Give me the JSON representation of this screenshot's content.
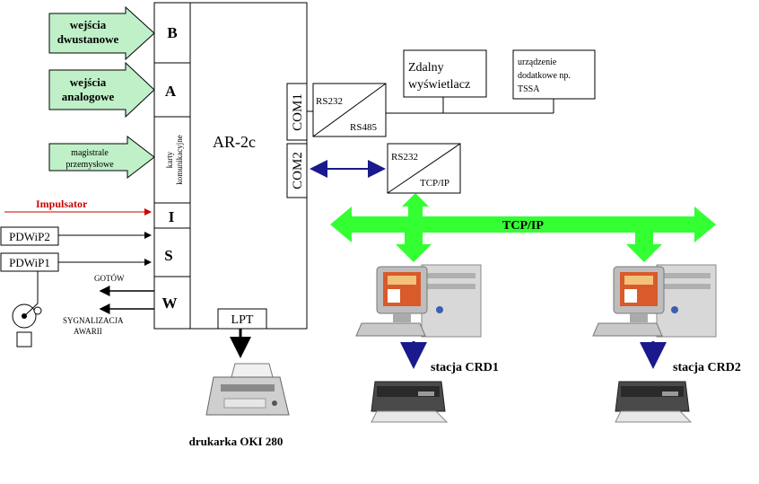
{
  "inputs": {
    "binary": [
      "wejścia",
      "dwustanowe"
    ],
    "analog": [
      "wejścia",
      "analogowe"
    ],
    "industrial_bus": [
      "magistrale",
      "przemysłowe"
    ]
  },
  "controller": {
    "name": "AR-2c",
    "slot_b": "B",
    "slot_a": "A",
    "slot_cards": [
      "karty",
      "komunikacyjne"
    ],
    "slot_i": "I",
    "slot_s": "S",
    "slot_w": "W",
    "lpt": "LPT",
    "com1": "COM1",
    "com2": "COM2"
  },
  "left_side": {
    "impulsator": "Impulsator",
    "pdwip2": "PDWiP2",
    "pdwip1": "PDWiP1",
    "gotow": "GOTÓW",
    "alarm": [
      "SYGNALIZACJA",
      "AWARII"
    ]
  },
  "converters": {
    "rs232_rs485": {
      "top": "RS232",
      "bottom": "RS485"
    },
    "rs232_tcpip": {
      "top": "RS232",
      "bottom": "TCP/IP"
    }
  },
  "devices": {
    "remote_display": [
      "Zdalny",
      "wyświetlacz"
    ],
    "extra_device": [
      "urządzenie",
      "dodatkowe np.",
      "TSSA"
    ]
  },
  "network": {
    "label": "TCP/IP"
  },
  "stations": {
    "crd1": "stacja CRD1",
    "crd2": "stacja CRD2"
  },
  "printer": {
    "label": "drukarka OKI 280"
  },
  "colors": {
    "green_arrow": "#bff0c8",
    "network_green": "#33ff33",
    "blue_arrow": "#1a1a8c",
    "red_arrow": "#cc0000"
  }
}
